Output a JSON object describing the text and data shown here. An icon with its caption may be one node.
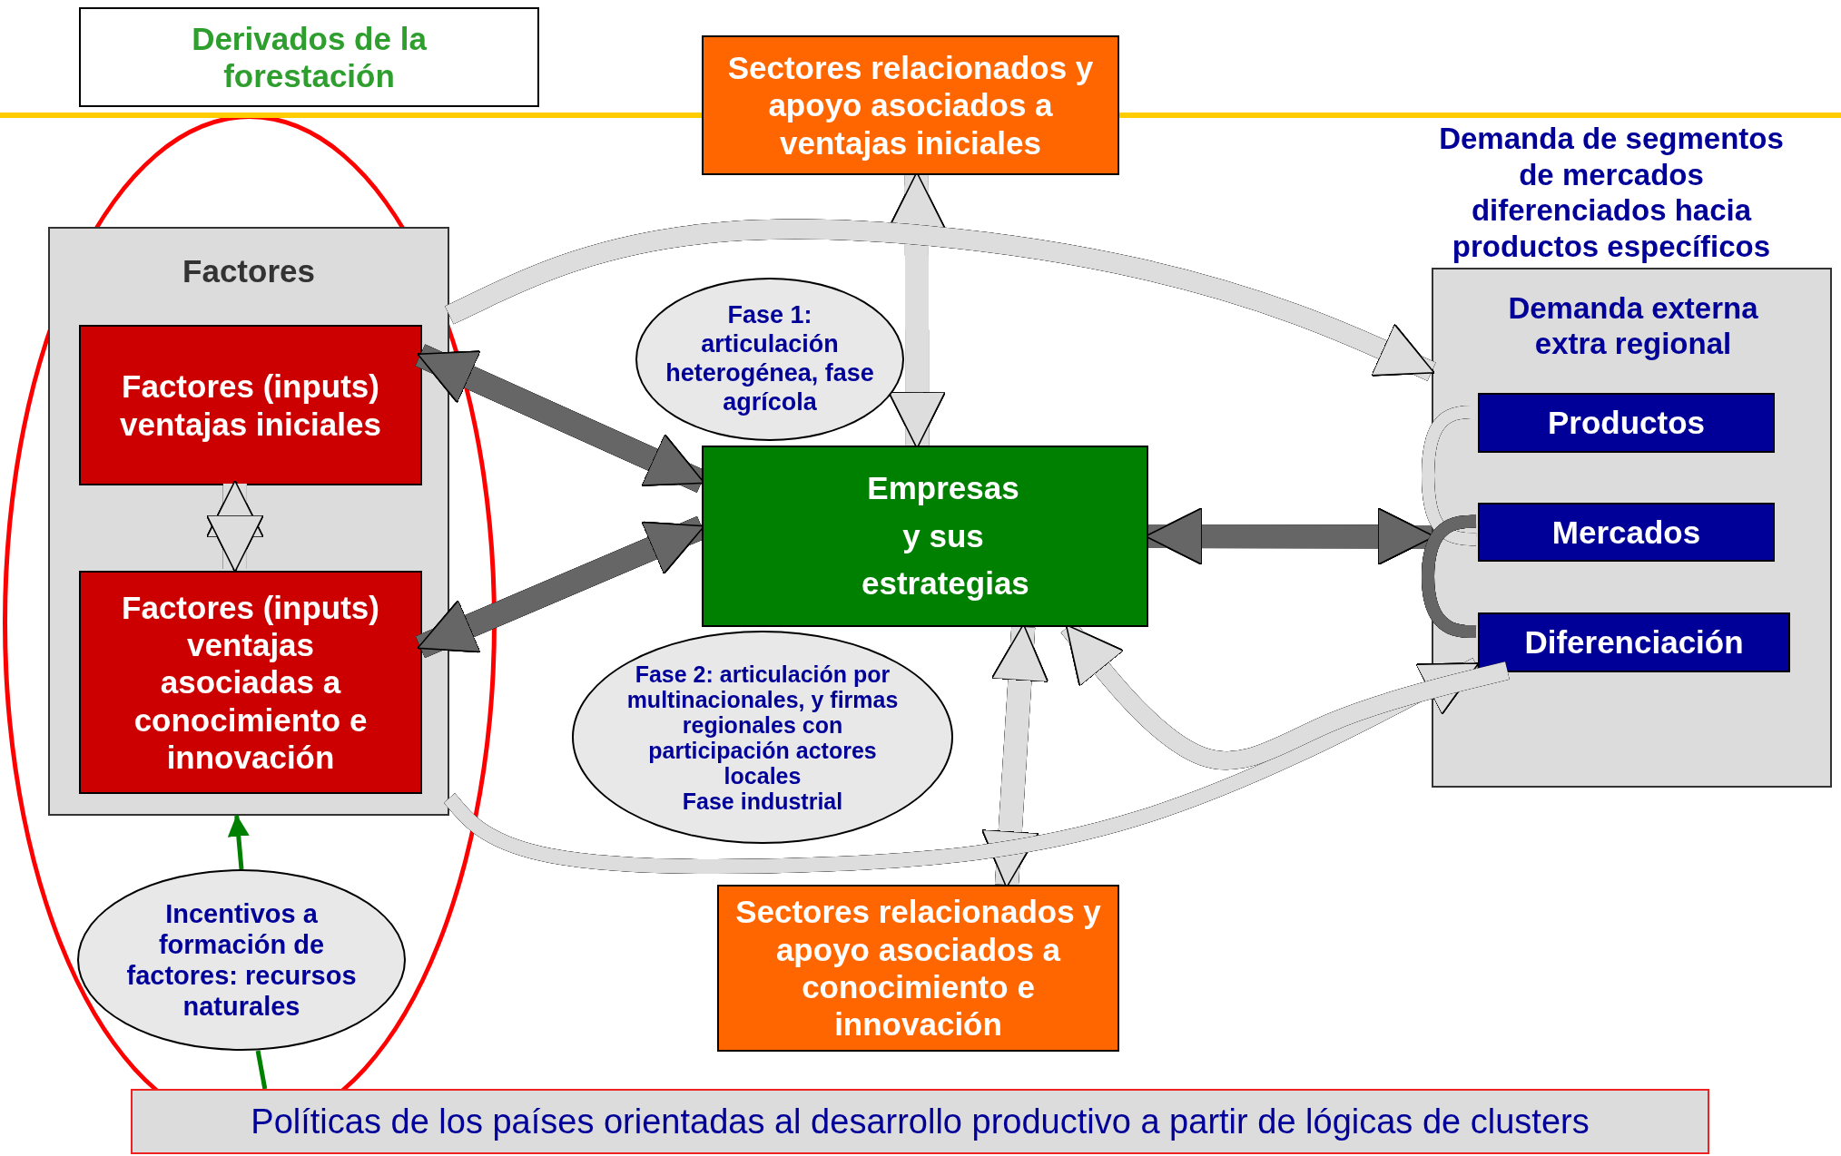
{
  "diagram": {
    "nodes": [
      {
        "text": [
          "Derivados de la forestación"
        ]
      },
      {
        "text": [
          "Sectores relacionados y apoyo asociados a ventajas iniciales"
        ]
      },
      {
        "text": [
          "Factores"
        ]
      },
      {
        "text": [
          "Factores (inputs) ventajas iniciales"
        ],
        "in": 2
      },
      {
        "text": [
          "Factores (inputs) ventajas asociadas a conocimiento e innovación"
        ],
        "in": 2
      },
      {
        "text": [
          "Demanda de segmentos de mercados diferenciados hacia productos específicos",
          "Demanda externa extra regional"
        ]
      },
      {
        "text": [
          "Productos"
        ],
        "in": 5
      },
      {
        "text": [
          "Mercados"
        ],
        "in": 5
      },
      {
        "text": [
          "Diferenciación"
        ],
        "in": 5
      },
      {
        "text": [
          "Empresas y sus estrategias"
        ]
      },
      {
        "text": [
          "Fase 1: articulación heterogénea, fase agrícola"
        ]
      },
      {
        "text": [
          "Fase 2: articulación por multinacionales, y firmas regionales con participación actores locales",
          "Fase industrial"
        ]
      },
      {
        "text": [
          "Sectores relacionados y apoyo asociados a conocimiento e innovación"
        ]
      },
      {
        "text": [
          "Incentivos a formación de factores: recursos naturales"
        ]
      },
      {
        "text": [
          "Políticas de los países orientadas al desarrollo productivo a partir de lógicas de clusters"
        ]
      }
    ],
    "edges": [
      {
        "from": 1,
        "to": 9,
        "arrow": "both"
      },
      {
        "from": 3,
        "to": 9,
        "arrow": "both",
        "color": "#666666"
      },
      {
        "from": 4,
        "to": 9,
        "arrow": "both",
        "color": "#666666"
      },
      {
        "from": 3,
        "to": 4,
        "arrow": "both"
      },
      {
        "from": 9,
        "to": 12,
        "arrow": "both"
      },
      {
        "from": 9,
        "to": 5,
        "arrow": "both",
        "color": "#666666"
      },
      {
        "from": 2,
        "to": 5,
        "arrow": "to"
      },
      {
        "from": 2,
        "to": 8,
        "arrow": "to"
      },
      {
        "from": 8,
        "to": 9,
        "arrow": "to"
      },
      {
        "from": 6,
        "to": 7,
        "arrow": "none"
      },
      {
        "from": 7,
        "to": 8,
        "arrow": "none",
        "color": "#666666"
      },
      {
        "from": 14,
        "to": 13,
        "arrow": "none",
        "color": "#008000"
      },
      {
        "from": 13,
        "to": 2,
        "arrow": "to",
        "color": "#008000"
      }
    ]
  }
}
